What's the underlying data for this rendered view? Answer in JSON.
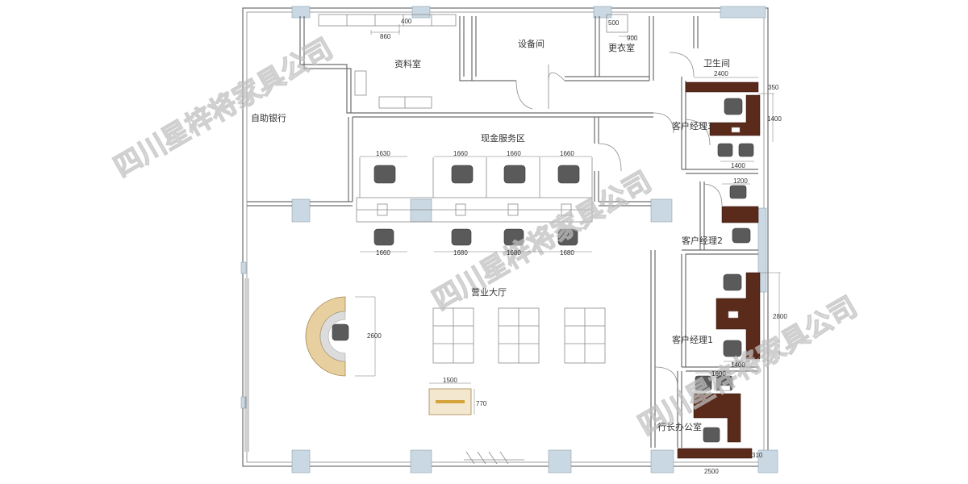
{
  "rooms": {
    "archive": "资料室",
    "equipment": "设备间",
    "locker": "更衣室",
    "restroom": "卫生间",
    "self_service": "自助银行",
    "cash_service": "现金服务区",
    "manager3": "客户经理3",
    "manager2": "客户经理2",
    "manager1": "客户经理1",
    "lobby": "营业大厅",
    "president": "行长办公室"
  },
  "dimensions": {
    "d400": "400",
    "d860": "860",
    "d500": "500",
    "d900": "900",
    "d2400": "2400",
    "d350": "350",
    "d1400a": "1400",
    "d1400b": "1400",
    "d1200": "1200",
    "d1630": "1630",
    "d1660a": "1660",
    "d1660b": "1660",
    "d1660c": "1660",
    "d1680a": "1680",
    "d1680b": "1680",
    "d1680c": "1680",
    "d2600": "2600",
    "d2800": "2800",
    "d1400c": "1400",
    "d1600": "1600",
    "d1500": "1500",
    "d770": "770",
    "d2500": "2500",
    "d310": "310"
  },
  "watermark": "四川星梓将家具公司",
  "colors": {
    "wall": "#6d6d6d",
    "column": "#c9d8e2",
    "desk_wood": "#5a2a1a",
    "chair": "#5a5a5a",
    "reception_wood": "#e7cf9f"
  }
}
